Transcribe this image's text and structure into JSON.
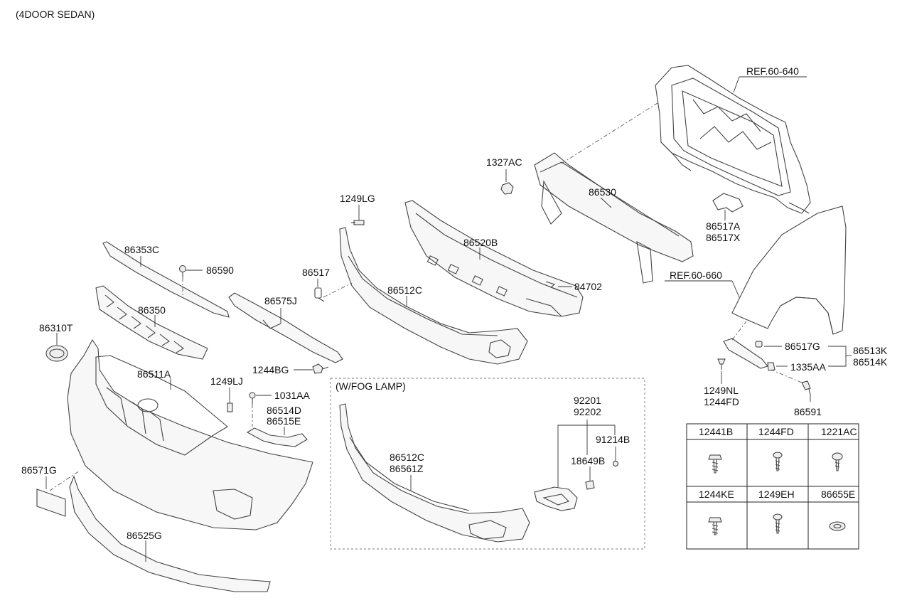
{
  "header": {
    "title": "(4DOOR SEDAN)"
  },
  "refs": {
    "ref_640": "REF.60-640",
    "ref_660": "REF.60-660"
  },
  "fog_box_title": "(W/FOG LAMP)",
  "labels": {
    "p1327AC": "1327AC",
    "p86530": "86530",
    "p1249LG": "1249LG",
    "p86520B": "86520B",
    "p86517A": "86517A",
    "p86517X": "86517X",
    "p86353C": "86353C",
    "p86590": "86590",
    "p86517": "86517",
    "p84702": "84702",
    "p86512C": "86512C",
    "p86575J": "86575J",
    "p86350": "86350",
    "p86310T": "86310T",
    "p86511A": "86511A",
    "p1244BG": "1244BG",
    "p1249LJ": "1249LJ",
    "p1031AA": "1031AA",
    "p86514D": "86514D",
    "p86515E": "86515E",
    "p86571G": "86571G",
    "p86525G": "86525G",
    "p86517G": "86517G",
    "p86513K": "86513K",
    "p86514K": "86514K",
    "p1335AA": "1335AA",
    "p1249NL": "1249NL",
    "p1244FD": "1244FD",
    "p86591": "86591",
    "p92201": "92201",
    "p92202": "92202",
    "p91214B": "91214B",
    "p18649B": "18649B",
    "fog86512C": "86512C",
    "fog86561Z": "86561Z"
  },
  "fastener_table": [
    [
      "12441B",
      "1244FD",
      "1221AC"
    ],
    [
      "1244KE",
      "1249EH",
      "86655E"
    ]
  ],
  "icons": [
    "screw-icon",
    "bolt-icon",
    "clip-icon",
    "grommet-icon"
  ]
}
